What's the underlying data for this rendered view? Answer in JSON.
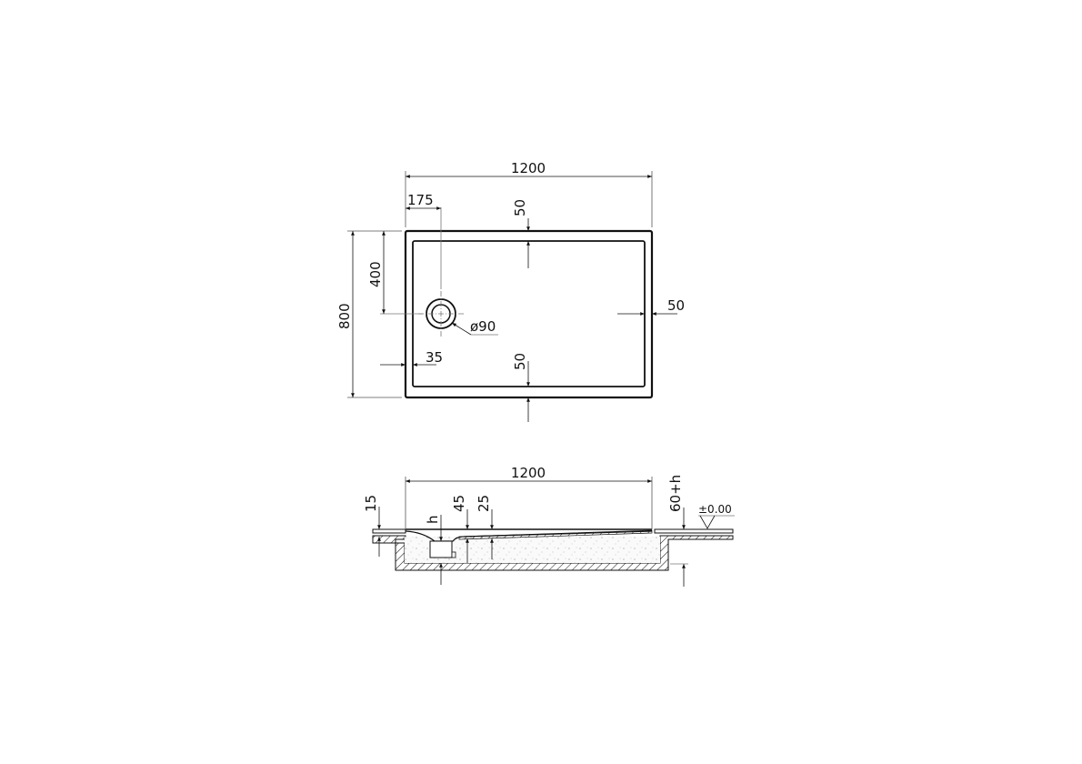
{
  "plan_view": {
    "width_label": "1200",
    "drain_offset_x_label": "175",
    "top_rim_label": "50",
    "height_label": "800",
    "drain_offset_y_label": "400",
    "drain_diameter_label": "ø90",
    "right_rim_label": "50",
    "edge_label": "35",
    "bottom_rim_label": "50"
  },
  "section_view": {
    "width_label": "1200",
    "slab_thickness_label": "15",
    "drain_height_label": "h",
    "depth_45_label": "45",
    "depth_25_label": "25",
    "recess_label": "60+h",
    "level_label": "±0.00"
  },
  "colors": {
    "line": "#111111",
    "dim_line": "#555555",
    "fill_speckle": "#f3f3f3"
  }
}
